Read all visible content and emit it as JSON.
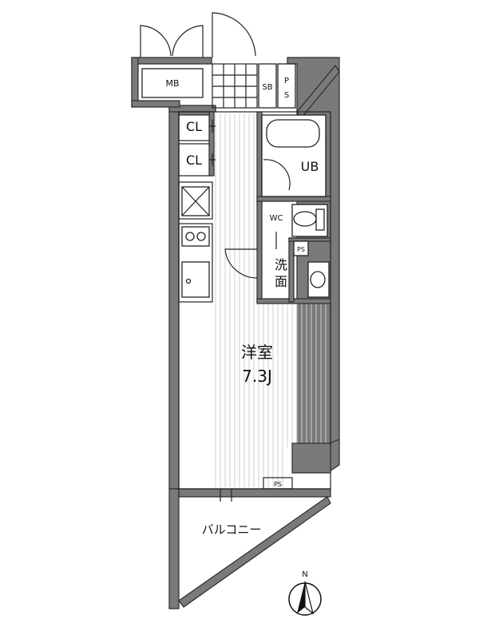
{
  "labels": {
    "meter_box": "MB",
    "shoe_box": "SB",
    "pipe_space_p": "P",
    "pipe_space_s": "S",
    "closet_1": "CL",
    "closet_2": "CL",
    "unit_bath": "UB",
    "toilet": "WC",
    "pipe_space_small_1": "PS",
    "washroom_1": "洗",
    "washroom_2": "面",
    "western_room": "洋室",
    "room_size": "7.3J",
    "pipe_space_small_2": "PS",
    "balcony": "バルコニー",
    "north": "N"
  }
}
